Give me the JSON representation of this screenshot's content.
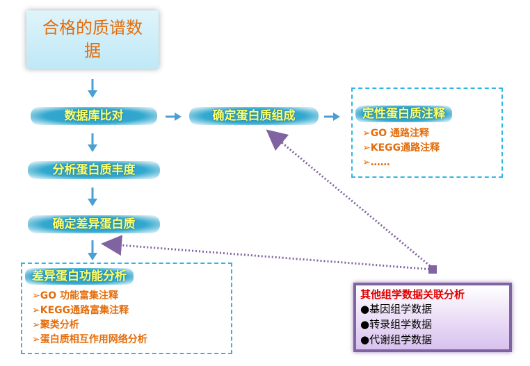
{
  "start": {
    "title": "合格的质谱数据"
  },
  "steps": {
    "db_compare": "数据库比对",
    "abundance": "分析蛋白质丰度",
    "diff_protein": "确定差异蛋白质",
    "composition": "确定蛋白质组成"
  },
  "qual_panel": {
    "title": "定性蛋白质注释",
    "items": [
      "➢GO 通路注释",
      "➢KEGG通路注释",
      "➢……"
    ]
  },
  "diff_panel": {
    "title": "差异蛋白功能分析",
    "items": [
      "➢GO 功能富集注释",
      "➢KEGG通路富集注释",
      "➢聚类分析",
      "➢蛋白质相互作用网络分析"
    ]
  },
  "omics_box": {
    "title": "其他组学数据关联分析",
    "items": [
      "●基因组学数据",
      "●转录组学数据",
      "●代谢组学数据"
    ]
  },
  "colors": {
    "step_bg": "#2a9ec7",
    "step_text": "#ffff66",
    "bullet_text": "#e46c0a",
    "panel_border": "#2fb6e8",
    "omics_border": "#8064a2",
    "omics_title": "#e00000",
    "arrow": "#4a9fd4",
    "dotted_arrow": "#8064a2"
  }
}
